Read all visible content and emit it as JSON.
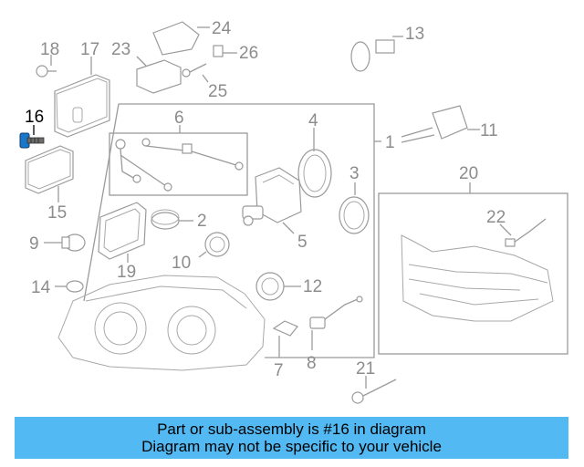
{
  "callouts": {
    "c1": "1",
    "c2": "2",
    "c3": "3",
    "c4": "4",
    "c5": "5",
    "c6": "6",
    "c7": "7",
    "c8": "8",
    "c9": "9",
    "c10": "10",
    "c11": "11",
    "c12": "12",
    "c13": "13",
    "c14": "14",
    "c15": "15",
    "c16": "16",
    "c17": "17",
    "c18": "18",
    "c19": "19",
    "c20": "20",
    "c21": "21",
    "c22": "22",
    "c23": "23",
    "c24": "24",
    "c25": "25",
    "c26": "26"
  },
  "highlight": {
    "part": "16",
    "color": "#000000"
  },
  "banner": {
    "line1": "Part or sub-assembly is #16 in diagram",
    "line2": "Diagram may not be specific to your vehicle",
    "background": "#52b9f3"
  }
}
